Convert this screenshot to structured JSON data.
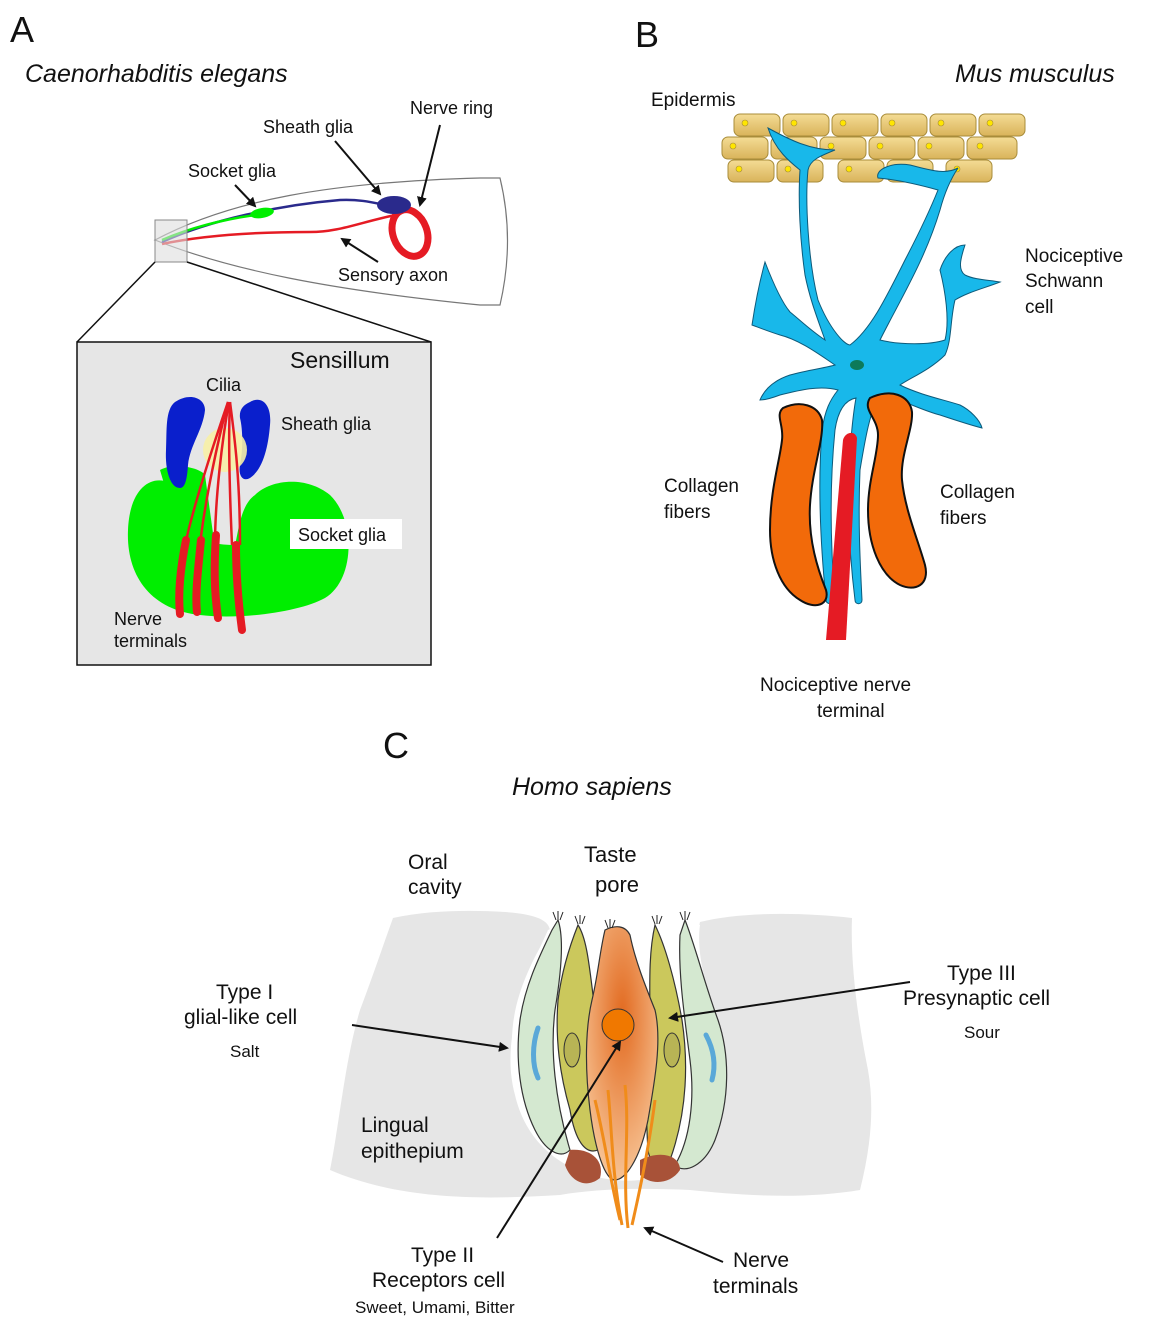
{
  "panel_a": {
    "letter": "A",
    "organism": "Caenorhabditis elegans",
    "labels": {
      "nerve_ring": "Nerve ring",
      "sheath_glia": "Sheath glia",
      "socket_glia": "Socket glia",
      "sensory_axon": "Sensory axon"
    },
    "inset": {
      "title": "Sensillum",
      "cilia": "Cilia",
      "sheath_glia": "Sheath glia",
      "socket_glia": "Socket glia",
      "nerve_terminals_line1": "Nerve",
      "nerve_terminals_line2": "terminals"
    }
  },
  "panel_b": {
    "letter": "B",
    "organism": "Mus musculus",
    "epidermis": "Epidermis",
    "schwann_line1": "Nociceptive",
    "schwann_line2": "Schwann",
    "schwann_line3": "cell",
    "collagen_line1": "Collagen",
    "collagen_line2": "fibers",
    "terminal_line1": "Nociceptive nerve",
    "terminal_line2": "terminal"
  },
  "panel_c": {
    "letter": "C",
    "organism": "Homo sapiens",
    "oral_line1": "Oral",
    "oral_line2": "cavity",
    "pore_line1": "Taste",
    "pore_line2": "pore",
    "type1_line1": "Type I",
    "type1_line2": "glial-like cell",
    "type1_taste": "Salt",
    "type3_line1": "Type III",
    "type3_line2": "Presynaptic cell",
    "type3_taste": "Sour",
    "lingual_line1": "Lingual",
    "lingual_line2": "epithepium",
    "type2_line1": "Type II",
    "type2_line2": "Receptors cell",
    "type2_taste": "Sweet, Umami, Bitter",
    "nerve_line1": "Nerve",
    "nerve_line2": "terminals"
  },
  "colors": {
    "socket_glia": "#00ee00",
    "sheath_glia_a": "#2a2a8c",
    "sheath_glia_inset": "#0a1fcc",
    "nerve": "#e51b24",
    "schwann": "#18b8ea",
    "collagen": "#f26a0a",
    "epidermis": "#e8c873",
    "type1": "#d4e8d0",
    "type3": "#cbc85c",
    "type2": "#e8833a",
    "epithelium": "#e6e6e6",
    "inset_bg": "#e6e6e6"
  }
}
